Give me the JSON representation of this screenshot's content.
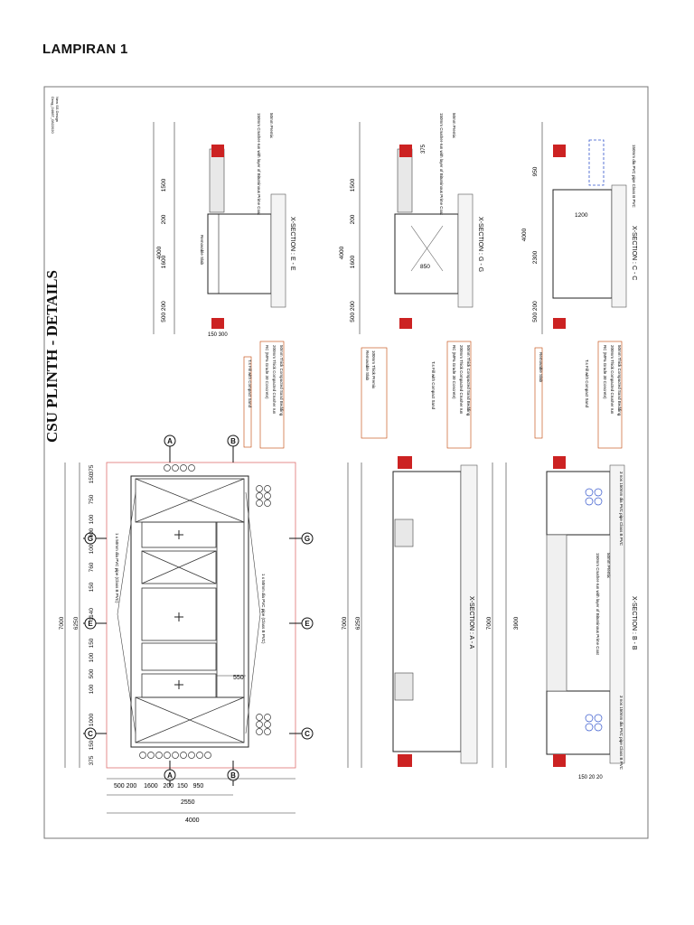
{
  "document": {
    "heading": "LAMPIRAN 1",
    "drawing_title": "CSU PLINTH - DETAILS",
    "title_block": [
      "New SS Design",
      "Drwg_0468T_0822020"
    ]
  },
  "sections": {
    "ee": "X-SECTION : E - E",
    "gg": "X-SECTION : G - G",
    "cc": "X-SECTION : C - C",
    "aa": "X-SECTION : A - A",
    "bb": "X-SECTION : B - B"
  },
  "dims": {
    "d4000": "4000",
    "d1600": "1600",
    "d1500": "1500",
    "d200": "200",
    "d150": "150",
    "d500_200": "500 200",
    "d2300": "2300",
    "d950": "950",
    "d1200": "1200",
    "d375": "375",
    "d150_300": "150 300",
    "d50": "50",
    "d850": "850",
    "d7000": "7000",
    "d6250": "6250",
    "d3900": "3900",
    "d1000": "1000",
    "d750": "750",
    "d600": "600",
    "d100": "100",
    "d760": "760",
    "d1140": "1140",
    "d500": "500",
    "d550": "550",
    "d2550": "2550",
    "plan_bottom": "500 200    1600   200  150   950",
    "d150_2020": "150 20 20"
  },
  "labels": {
    "removable_slab": "Removable Slab",
    "crusher_run": "150mm Crusher-run with layer of Bituminous Prime Coat",
    "premix": "50mm Premix",
    "compact_sand": "T.s Fill with Compact Sand",
    "rc": "RC (MPa Grade 30 Concrete)",
    "crusher_200": "200mm Thick Compacted Crusher run",
    "sand_50": "50mm Thick Compacted Sand Bedding",
    "stone": "100mm Thick Premix",
    "pvc_pipe": "1 x 50mm dia PVC pipe (Class B PVC)",
    "pvc_3": "3 nos 150mm dia PVC pipe Class B PVC",
    "pvc_c": "150mm dia PVC pipe Class B PVC",
    "cols_a": "A",
    "cols_b": "B",
    "cols_c": "C",
    "cols_e": "E",
    "cols_g": "G"
  }
}
